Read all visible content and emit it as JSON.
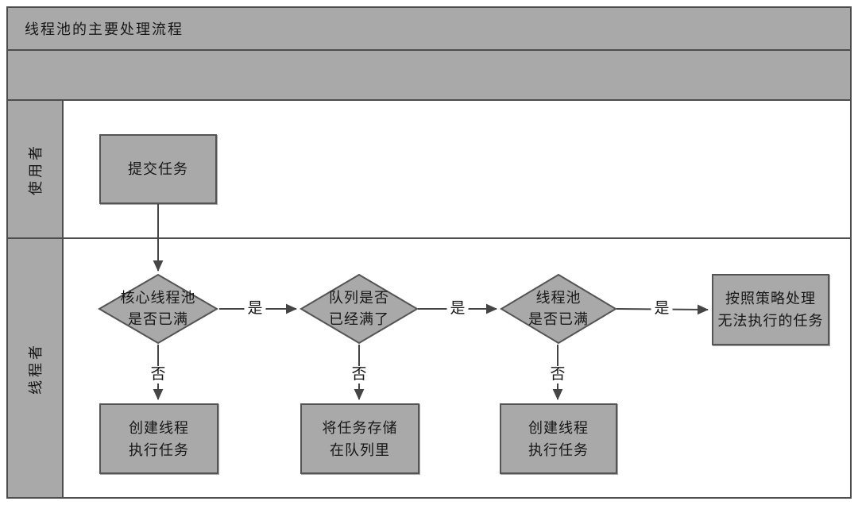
{
  "header": {
    "title": "线程池的主要处理流程"
  },
  "lanes": [
    {
      "label": "使用者"
    },
    {
      "label": "线程者"
    }
  ],
  "nodes": {
    "submit_task": {
      "label": "提交任务"
    },
    "core_pool_full": {
      "label": "核心线程池\n是否已满"
    },
    "queue_full": {
      "label": "队列是否\n已经满了"
    },
    "pool_full": {
      "label": "线程池\n是否已满"
    },
    "reject_policy": {
      "label": "按照策略处理\n无法执行的任务"
    },
    "create_thread_1": {
      "label": "创建线程\n执行任务"
    },
    "store_in_queue": {
      "label": "将任务存储\n在队列里"
    },
    "create_thread_2": {
      "label": "创建线程\n执行任务"
    }
  },
  "edges": {
    "yes1": "是",
    "yes2": "是",
    "yes3": "是",
    "no1": "否",
    "no2": "否",
    "no3": "否"
  },
  "colors": {
    "fill": "#a9a9a9",
    "border": "#4d4d4d",
    "line": "#454545",
    "background": "#ffffff",
    "text": "#161616"
  }
}
